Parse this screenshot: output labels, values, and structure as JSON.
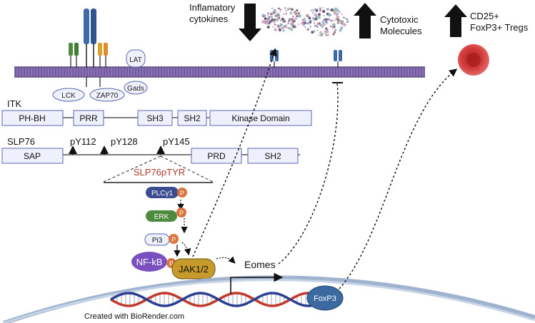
{
  "membrane": {
    "receptor_labels": {
      "lck": "LCK",
      "zap70": "ZAP70",
      "gads": "Gads",
      "lat": "LAT"
    }
  },
  "top": {
    "inflammatory": [
      "Inflamatory",
      "cytokines"
    ],
    "cytotoxic": [
      "Cytotoxic",
      "Molecules"
    ],
    "tregs": [
      "CD25+",
      "FoxP3+ Tregs"
    ]
  },
  "itk": {
    "label": "ITK",
    "domains": [
      "PH-BH",
      "PRR",
      "SH3",
      "SH2",
      "Kinase Domain"
    ]
  },
  "slp76": {
    "label": "SLP76",
    "domains": [
      "SAP",
      "PRD",
      "SH2"
    ],
    "sites": [
      "pY112",
      "pY128",
      "pY145"
    ]
  },
  "cascade": {
    "title": "SLP76pTYR",
    "nodes": [
      "PLCγ1",
      "ERK",
      "Pi3",
      "NF-kB",
      "JAK1/2"
    ],
    "phospho": "P"
  },
  "nucleus": {
    "eomes": "Eomes",
    "foxp3": "FoxP3",
    "credit": "Created with BioRender.com"
  },
  "colors": {
    "membrane": "#7b5fa6",
    "domain_fill": "#eef0fb",
    "domain_stroke": "#5a66b0",
    "receptor": "#3e6aa8",
    "slp_title": "#b03a2e",
    "phospho": "#d9753c",
    "plc": "#3b4d8f",
    "erk": "#4f8b3e",
    "nfkb": "#7a4fbf",
    "jak": "#c79b2b",
    "foxp3": "#3b6aa0",
    "treg": "#d23b3b",
    "dna_red": "#c0392b",
    "dna_blue": "#2c3e8f"
  }
}
